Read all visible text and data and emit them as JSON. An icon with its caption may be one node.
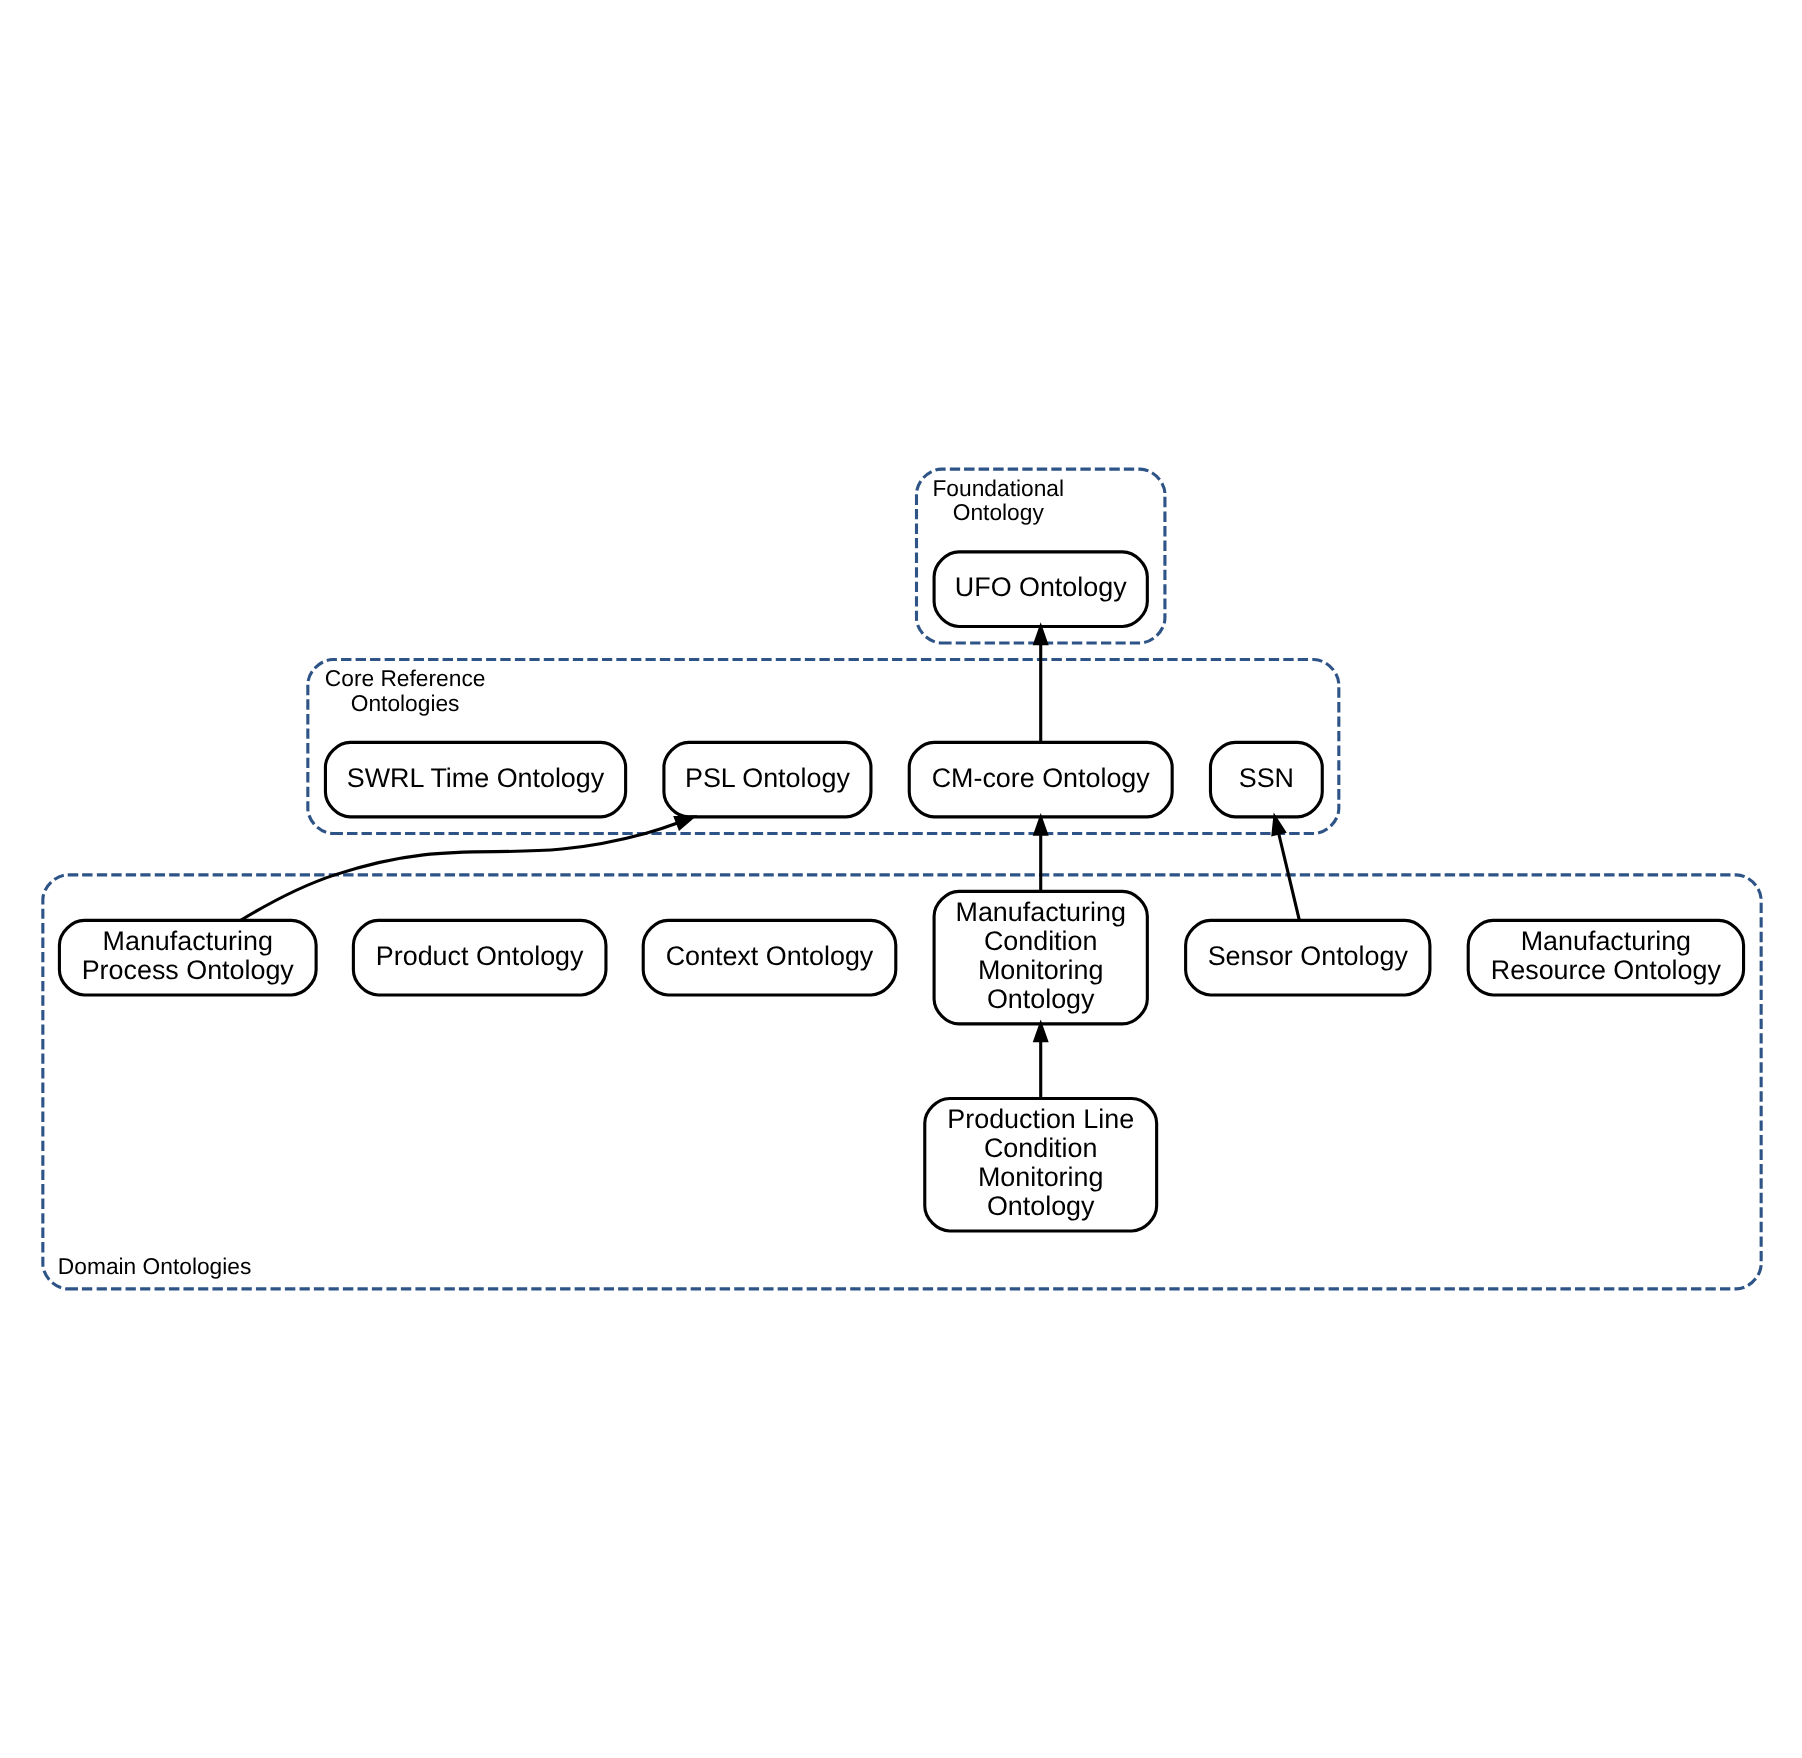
{
  "diagram": {
    "nodes": [
      {
        "text": [
          "Foundational Ontology"
        ]
      },
      {
        "text": [
          "UFO Ontology"
        ],
        "in": 0
      },
      {
        "text": [
          "Core Reference Ontologies"
        ]
      },
      {
        "text": [
          "SSN"
        ],
        "in": 2
      },
      {
        "text": [
          "CM-core Ontology"
        ],
        "in": 2
      },
      {
        "text": [
          "PSL Ontology"
        ],
        "in": 2
      },
      {
        "text": [
          "SWRL Time Ontology"
        ],
        "in": 2
      },
      {
        "text": [
          "Domain Ontologies"
        ]
      },
      {
        "text": [
          "Manufacturing Resource Ontology"
        ],
        "in": 7
      },
      {
        "text": [
          "Sensor Ontology"
        ],
        "in": 7
      },
      {
        "text": [
          "Manufacturing Condition Monitoring Ontology"
        ],
        "in": 7
      },
      {
        "text": [
          "Manufacturing Process Ontology"
        ],
        "in": 7
      },
      {
        "text": [
          "Context Ontology"
        ],
        "in": 7
      },
      {
        "text": [
          "Product Ontology"
        ],
        "in": 7
      },
      {
        "text": [
          "Production Line Condition Monitoring Ontology"
        ],
        "in": 7
      }
    ],
    "edges": [
      {
        "from": 4,
        "to": 1,
        "arrow": "to"
      },
      {
        "from": 9,
        "to": 3,
        "arrow": "to"
      },
      {
        "from": 10,
        "to": 4,
        "arrow": "to"
      },
      {
        "from": 11,
        "to": 5,
        "arrow": "to"
      },
      {
        "from": 14,
        "to": 10,
        "arrow": "to"
      }
    ]
  }
}
